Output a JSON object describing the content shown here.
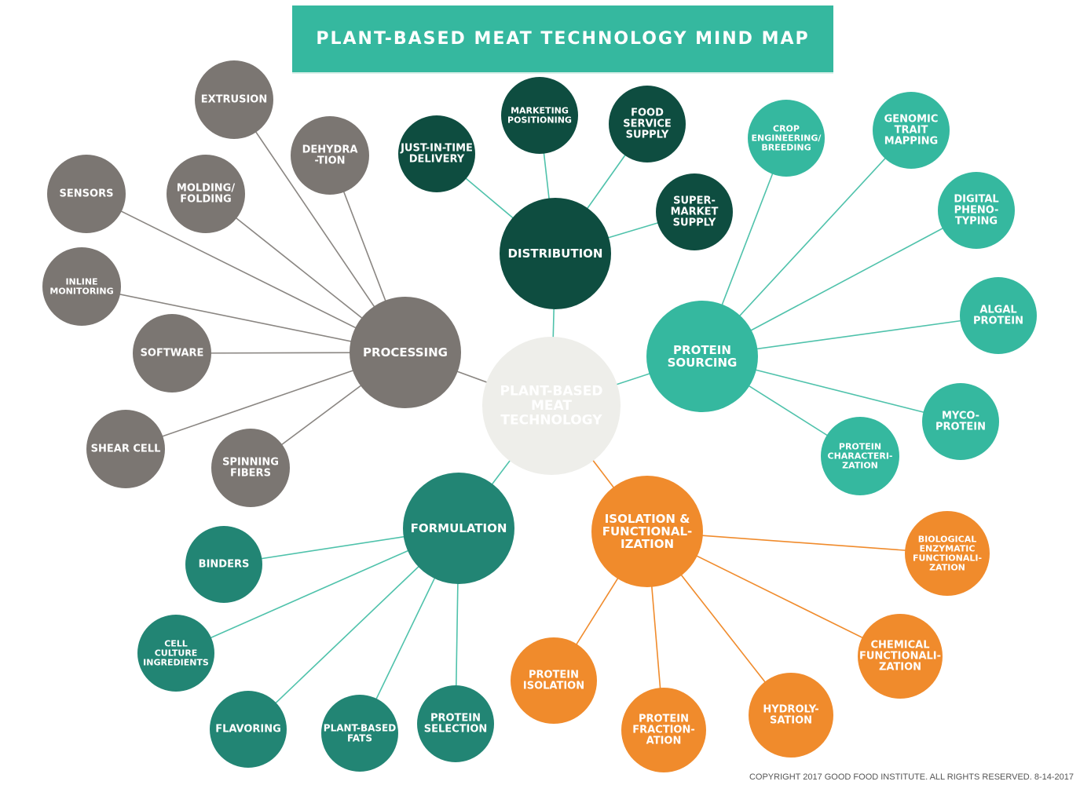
{
  "title": "PLANT-BASED MEAT TECHNOLOGY MIND MAP",
  "copyright": "COPYRIGHT 2017 GOOD FOOD INSTITUTE. ALL RIGHTS RESERVED. 8-14-2017",
  "colors": {
    "title_bar": "#35b89f",
    "center": "#eeeeea",
    "center_text": "#2fae94",
    "processing": "#7b7672",
    "distribution": "#0e4d40",
    "protein_sourcing": "#35b89f",
    "formulation": "#228574",
    "isolation": "#f08b2c",
    "line_gray": "#8a8682",
    "line_teal": "#4fc2ab"
  },
  "center": {
    "label": [
      "PLANT-BASED",
      "MEAT",
      "TECHNOLOGY"
    ]
  },
  "branches": [
    {
      "id": "processing",
      "label": [
        "PROCESSING"
      ],
      "children": [
        [
          "EXTRUSION"
        ],
        [
          "DEHYDRA",
          "-TION"
        ],
        [
          "SENSORS"
        ],
        [
          "MOLDING/",
          "FOLDING"
        ],
        [
          "INLINE",
          "MONITORING"
        ],
        [
          "SOFTWARE"
        ],
        [
          "SHEAR CELL"
        ],
        [
          "SPINNING",
          "FIBERS"
        ]
      ]
    },
    {
      "id": "distribution",
      "label": [
        "DISTRIBUTION"
      ],
      "children": [
        [
          "JUST-IN-TIME",
          "DELIVERY"
        ],
        [
          "MARKETING",
          "POSITIONING"
        ],
        [
          "FOOD",
          "SERVICE",
          "SUPPLY"
        ],
        [
          "SUPER-",
          "MARKET",
          "SUPPLY"
        ]
      ]
    },
    {
      "id": "protein_sourcing",
      "label": [
        "PROTEIN",
        "SOURCING"
      ],
      "children": [
        [
          "CROP",
          "ENGINEERING/",
          "BREEDING"
        ],
        [
          "GENOMIC",
          "TRAIT",
          "MAPPING"
        ],
        [
          "DIGITAL",
          "PHENO-",
          "TYPING"
        ],
        [
          "ALGAL",
          "PROTEIN"
        ],
        [
          "MYCO-",
          "PROTEIN"
        ],
        [
          "PROTEIN",
          "CHARACTERI-",
          "ZATION"
        ]
      ]
    },
    {
      "id": "formulation",
      "label": [
        "FORMULATION"
      ],
      "children": [
        [
          "BINDERS"
        ],
        [
          "CELL",
          "CULTURE",
          "INGREDIENTS"
        ],
        [
          "FLAVORING"
        ],
        [
          "PLANT-BASED",
          "FATS"
        ],
        [
          "PROTEIN",
          "SELECTION"
        ]
      ]
    },
    {
      "id": "isolation",
      "label": [
        "ISOLATION &",
        "FUNCTIONAL-",
        "IZATION"
      ],
      "children": [
        [
          "BIOLOGICAL",
          "ENZYMATIC",
          "FUNCTIONALI-",
          "ZATION"
        ],
        [
          "CHEMICAL",
          "FUNCTIONALI-",
          "ZATION"
        ],
        [
          "HYDROLY-",
          "SATION"
        ],
        [
          "PROTEIN",
          "FRACTION-",
          "ATION"
        ],
        [
          "PROTEIN",
          "ISOLATION"
        ]
      ]
    }
  ]
}
